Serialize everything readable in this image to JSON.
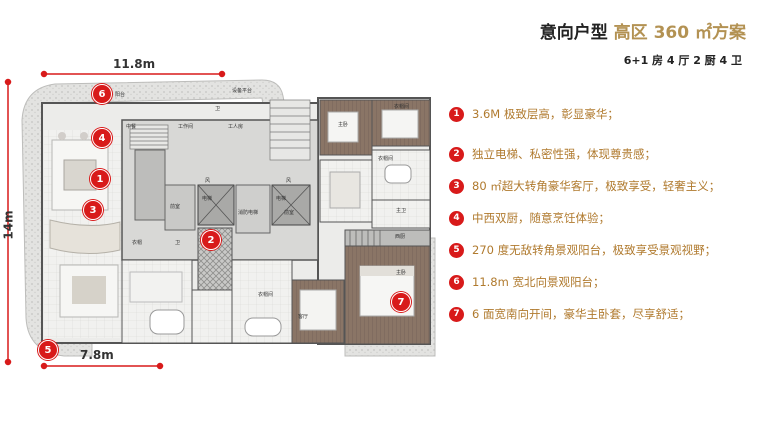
{
  "header": {
    "title_main": "意向户型",
    "title_accent": "高区 360 ㎡方案",
    "subtitle": "6+1 房 4 厅 2 厨 4 卫"
  },
  "features": [
    {
      "num": "1",
      "text": "3.6M 极致层高，彰显豪华；"
    },
    {
      "num": "2",
      "text": "独立电梯、私密性强，体现尊贵感；"
    },
    {
      "num": "3",
      "text": "80 ㎡超大转角豪华客厅，极致享受，轻奢主义；"
    },
    {
      "num": "4",
      "text": "中西双厨，随意烹饪体验；"
    },
    {
      "num": "5",
      "text": "270 度无敌转角景观阳台，极致享受景观视野；"
    },
    {
      "num": "6",
      "text": "11.8m 宽北向景观阳台；"
    },
    {
      "num": "7",
      "text": "6 面宽南向开间，豪华主卧套，尽享舒适；"
    }
  ],
  "plan": {
    "dim_top": "11.8m",
    "dim_left": "14m",
    "dim_bottom": "7.8m",
    "markers": [
      "1",
      "2",
      "3",
      "4",
      "5",
      "6",
      "7"
    ],
    "room_labels": [
      "阳台",
      "中餐",
      "工作间",
      "卫",
      "设备平台",
      "工人房",
      "电梯",
      "电梯",
      "前室",
      "消防电梯",
      "前室",
      "风",
      "风",
      "卫",
      "衣帽",
      "客厅",
      "衣帽间",
      "主卧",
      "衣帽间",
      "衣帽间",
      "西厨",
      "主卫",
      "主卧"
    ]
  },
  "colors": {
    "accent": "#b39253",
    "marker": "#d81a1a",
    "feature_text": "#b07a2e"
  }
}
